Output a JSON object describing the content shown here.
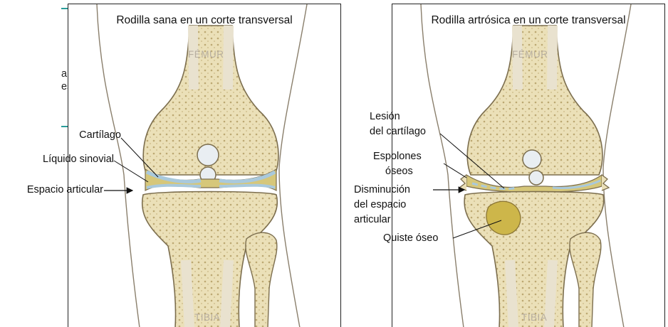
{
  "fragment": {
    "lines": [
      "an",
      "es"
    ]
  },
  "left_panel": {
    "title": "Rodilla sana en un corte transversal",
    "femur_label": "FÉMUR",
    "tibia_label": "TIBIA",
    "callouts": {
      "cartilage": "Cartílago",
      "synovial_fluid": "Líquido sinovial",
      "joint_space": "Espacio articular"
    }
  },
  "right_panel": {
    "title": "Rodilla artrósica en un corte transversal",
    "femur_label": "FÉMUR",
    "tibia_label": "TIBIA",
    "callouts": {
      "cartilage_lesion": [
        "Lesión",
        "del cartílago"
      ],
      "bone_spurs": [
        "Espolones",
        "óseos"
      ],
      "narrowing": [
        "Disminución",
        "del espacio",
        "articular"
      ],
      "bone_cyst": "Quiste óseo"
    }
  },
  "colors": {
    "bone": "#ebe0b8",
    "bone_edge": "#7c6e4e",
    "cartilage": "#a9c9dc",
    "fluid": "#d6c77a",
    "cyst": "#cdb64a",
    "accent": "#2a9d9a"
  }
}
